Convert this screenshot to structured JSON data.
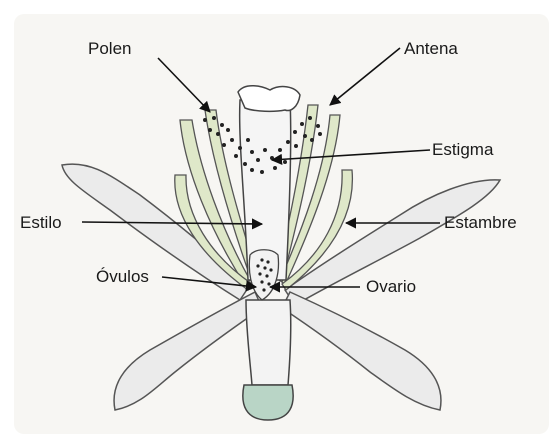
{
  "labels": {
    "polen": "Polen",
    "antena": "Antena",
    "estigma": "Estigma",
    "estilo": "Estilo",
    "estambre": "Estambre",
    "ovulos": "Óvulos",
    "ovario": "Ovario"
  },
  "colors": {
    "background": "#f7f6f3",
    "petal_fill": "#eaeaea",
    "petal_stroke": "#555555",
    "filament_green": "#c9d8a6",
    "stalk_green": "#b7d2c4",
    "outline": "#222222"
  }
}
